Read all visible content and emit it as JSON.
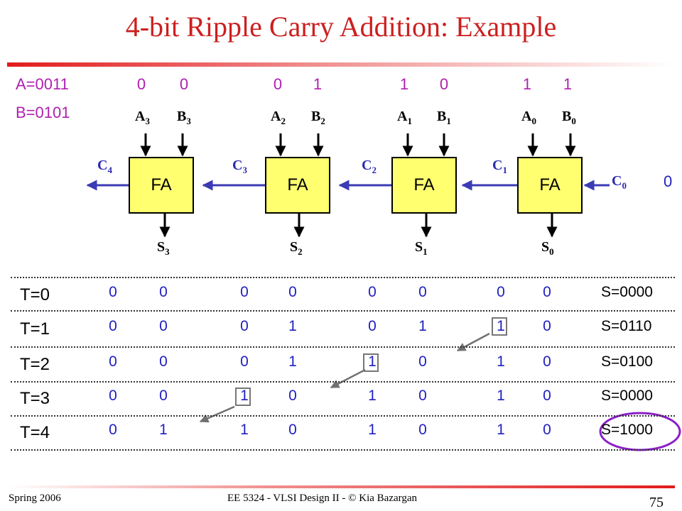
{
  "title": "4-bit Ripple Carry Addition: Example",
  "inputs": {
    "a": "A=0011",
    "b": "B=0101"
  },
  "operand_bits": [
    "0",
    "0",
    "0",
    "1",
    "1",
    "0",
    "1",
    "1"
  ],
  "fa_label": "FA",
  "blocks": [
    {
      "a": "A",
      "a_sub": "3",
      "b": "B",
      "b_sub": "3",
      "s": "S",
      "s_sub": "3",
      "c": "C",
      "c_sub": "4"
    },
    {
      "a": "A",
      "a_sub": "2",
      "b": "B",
      "b_sub": "2",
      "s": "S",
      "s_sub": "2",
      "c": "C",
      "c_sub": "3"
    },
    {
      "a": "A",
      "a_sub": "1",
      "b": "B",
      "b_sub": "1",
      "s": "S",
      "s_sub": "1",
      "c": "C",
      "c_sub": "2"
    },
    {
      "a": "A",
      "a_sub": "0",
      "b": "B",
      "b_sub": "0",
      "s": "S",
      "s_sub": "0",
      "c": "C",
      "c_sub": "1"
    }
  ],
  "carry_in": {
    "label": "C",
    "sub": "0",
    "value": "0"
  },
  "timeline": [
    {
      "t": "T=0",
      "bits": [
        "0",
        "0",
        "0",
        "0",
        "0",
        "0",
        "0",
        "0"
      ],
      "s": "S=0000"
    },
    {
      "t": "T=1",
      "bits": [
        "0",
        "0",
        "0",
        "1",
        "0",
        "1",
        "1",
        "0"
      ],
      "s": "S=0110"
    },
    {
      "t": "T=2",
      "bits": [
        "0",
        "0",
        "0",
        "1",
        "1",
        "0",
        "1",
        "0"
      ],
      "s": "S=0100"
    },
    {
      "t": "T=3",
      "bits": [
        "0",
        "0",
        "1",
        "0",
        "1",
        "0",
        "1",
        "0"
      ],
      "s": "S=0000"
    },
    {
      "t": "T=4",
      "bits": [
        "0",
        "1",
        "1",
        "0",
        "1",
        "0",
        "1",
        "0"
      ],
      "s": "S=1000"
    }
  ],
  "footer": {
    "left": "Spring 2006",
    "center": "EE 5324 - VLSI Design II - © Kia Bazargan",
    "page": "75"
  }
}
